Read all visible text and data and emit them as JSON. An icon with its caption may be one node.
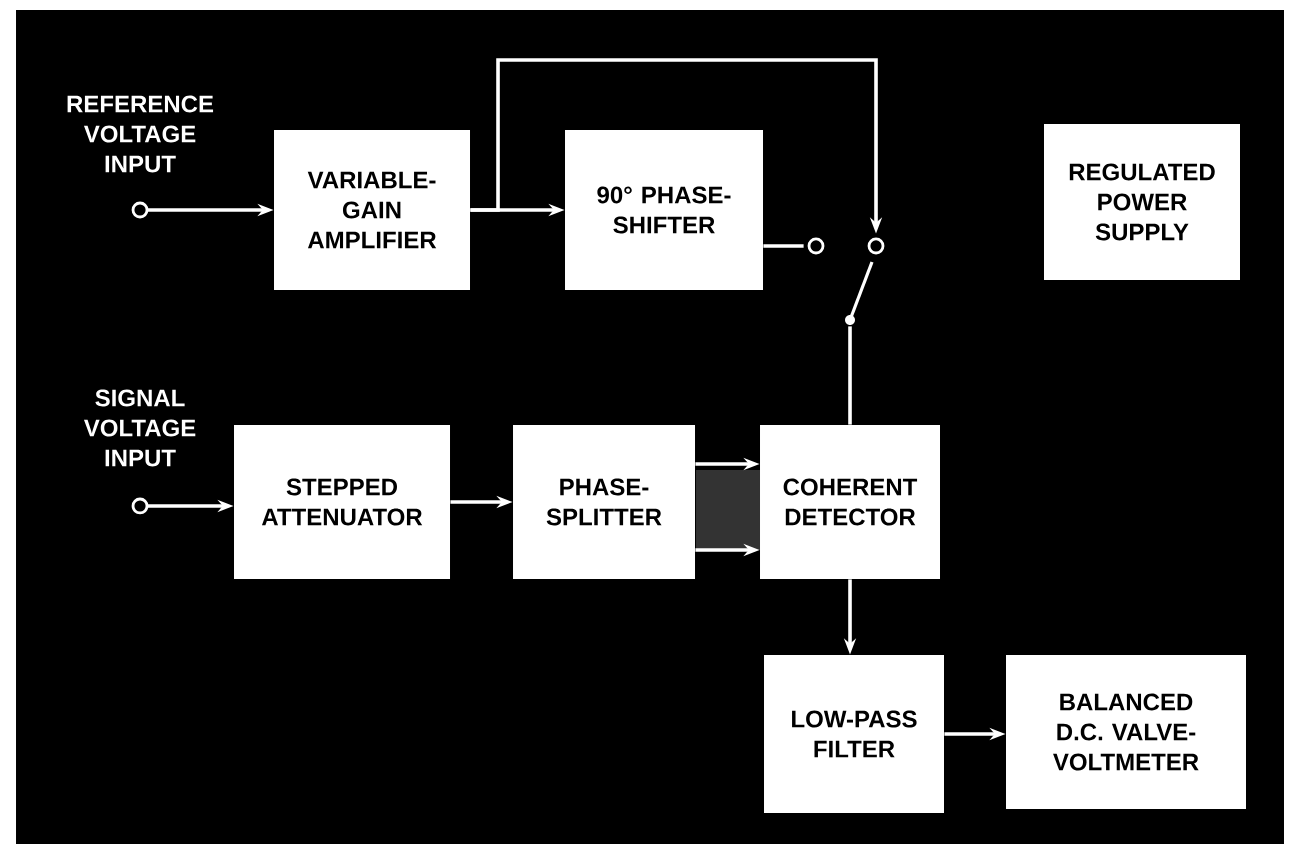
{
  "diagram": {
    "nodes": [
      {
        "text": [
          "REFERENCE VOLTAGE INPUT"
        ]
      },
      {
        "text": [
          "VARIABLE-GAIN AMPLIFIER"
        ]
      },
      {
        "text": [
          "90° PHASE-SHIFTER"
        ]
      },
      {
        "text": [],
        "shape": "switch"
      },
      {
        "text": [
          "REGULATED POWER SUPPLY"
        ]
      },
      {
        "text": [
          "SIGNAL VOLTAGE INPUT"
        ]
      },
      {
        "text": [
          "STEPPED ATTENUATOR"
        ]
      },
      {
        "text": [
          "PHASE-SPLITTER"
        ]
      },
      {
        "text": [
          "COHERENT DETECTOR"
        ]
      },
      {
        "text": [
          "LOW-PASS FILTER"
        ]
      },
      {
        "text": [
          "BALANCED D.C. VALVE-VOLTMETER"
        ]
      }
    ],
    "edges": [
      {
        "from": 0,
        "to": 1,
        "arrow": "to"
      },
      {
        "from": 1,
        "to": 2,
        "arrow": "to"
      },
      {
        "from": 1,
        "to": 3,
        "arrow": "to"
      },
      {
        "from": 2,
        "to": 3,
        "arrow": "none"
      },
      {
        "from": 3,
        "to": 8,
        "arrow": "none"
      },
      {
        "from": 5,
        "to": 6,
        "arrow": "to"
      },
      {
        "from": 6,
        "to": 7,
        "arrow": "to"
      },
      {
        "from": 7,
        "to": 8,
        "arrow": "to"
      },
      {
        "from": 7,
        "to": 8,
        "arrow": "to"
      },
      {
        "from": 8,
        "to": 9,
        "arrow": "to"
      },
      {
        "from": 9,
        "to": 10,
        "arrow": "to"
      }
    ]
  }
}
